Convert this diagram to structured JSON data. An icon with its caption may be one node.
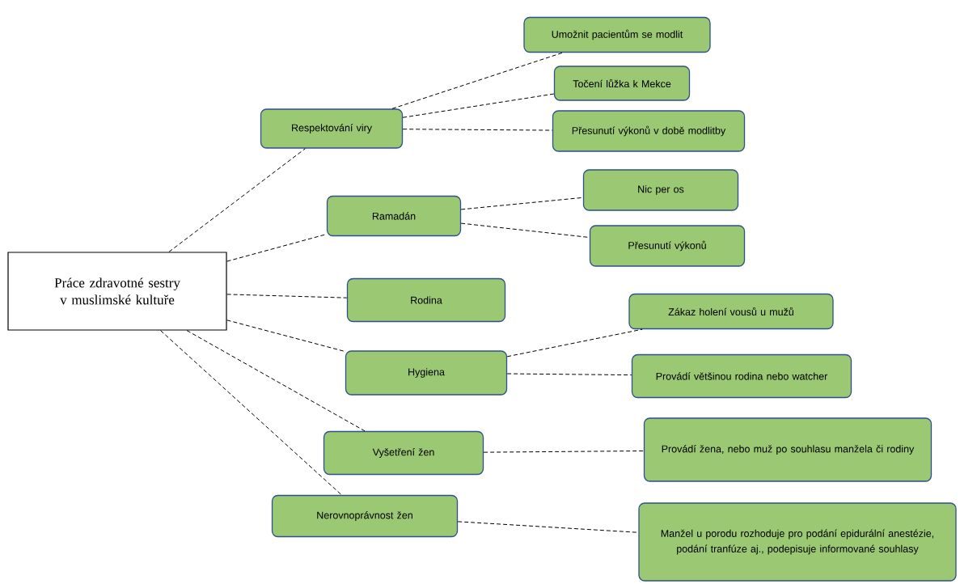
{
  "diagram": {
    "nodes": [
      {
        "text": [
          "Práce zdravotné sestry v muslimské kultuře"
        ]
      },
      {
        "text": [
          "Respektování viry"
        ]
      },
      {
        "text": [
          "Umožnit pacientům se modlit"
        ]
      },
      {
        "text": [
          "Točení lůžka k Mekce"
        ]
      },
      {
        "text": [
          "Přesunutí výkonů v době modlitby"
        ]
      },
      {
        "text": [
          "Ramadán"
        ]
      },
      {
        "text": [
          "Nic per os"
        ]
      },
      {
        "text": [
          "Přesunutí výkonů"
        ]
      },
      {
        "text": [
          "Rodina"
        ]
      },
      {
        "text": [
          "Hygiena"
        ]
      },
      {
        "text": [
          "Zákaz holení vousů u mužů"
        ]
      },
      {
        "text": [
          "Provádí většinou rodina nebo watcher"
        ]
      },
      {
        "text": [
          "Vyšetření žen"
        ]
      },
      {
        "text": [
          "Provádí žena, nebo muž po souhlasu manžela či rodiny"
        ]
      },
      {
        "text": [
          "Nerovnoprávnost žen"
        ]
      },
      {
        "text": [
          "Manžel u porodu rozhoduje pro podání epidurální anestézie, podání tranfúze aj., podepisuje informované souhlasy"
        ]
      }
    ],
    "edges": [
      {
        "from": 0,
        "to": 1,
        "arrow": "none",
        "style": "dashed"
      },
      {
        "from": 1,
        "to": 2,
        "arrow": "none",
        "style": "dashed"
      },
      {
        "from": 1,
        "to": 3,
        "arrow": "none",
        "style": "dashed"
      },
      {
        "from": 1,
        "to": 4,
        "arrow": "none",
        "style": "dashed"
      },
      {
        "from": 0,
        "to": 5,
        "arrow": "none",
        "style": "dashed"
      },
      {
        "from": 5,
        "to": 6,
        "arrow": "none",
        "style": "dashed"
      },
      {
        "from": 5,
        "to": 7,
        "arrow": "none",
        "style": "dashed"
      },
      {
        "from": 0,
        "to": 8,
        "arrow": "none",
        "style": "dashed"
      },
      {
        "from": 0,
        "to": 9,
        "arrow": "none",
        "style": "dashed"
      },
      {
        "from": 9,
        "to": 10,
        "arrow": "none",
        "style": "dashed"
      },
      {
        "from": 9,
        "to": 11,
        "arrow": "none",
        "style": "dashed"
      },
      {
        "from": 0,
        "to": 12,
        "arrow": "none",
        "style": "dashed"
      },
      {
        "from": 12,
        "to": 13,
        "arrow": "none",
        "style": "dashed"
      },
      {
        "from": 0,
        "to": 14,
        "arrow": "none",
        "style": "dashed"
      },
      {
        "from": 14,
        "to": 15,
        "arrow": "none",
        "style": "dashed"
      }
    ]
  }
}
